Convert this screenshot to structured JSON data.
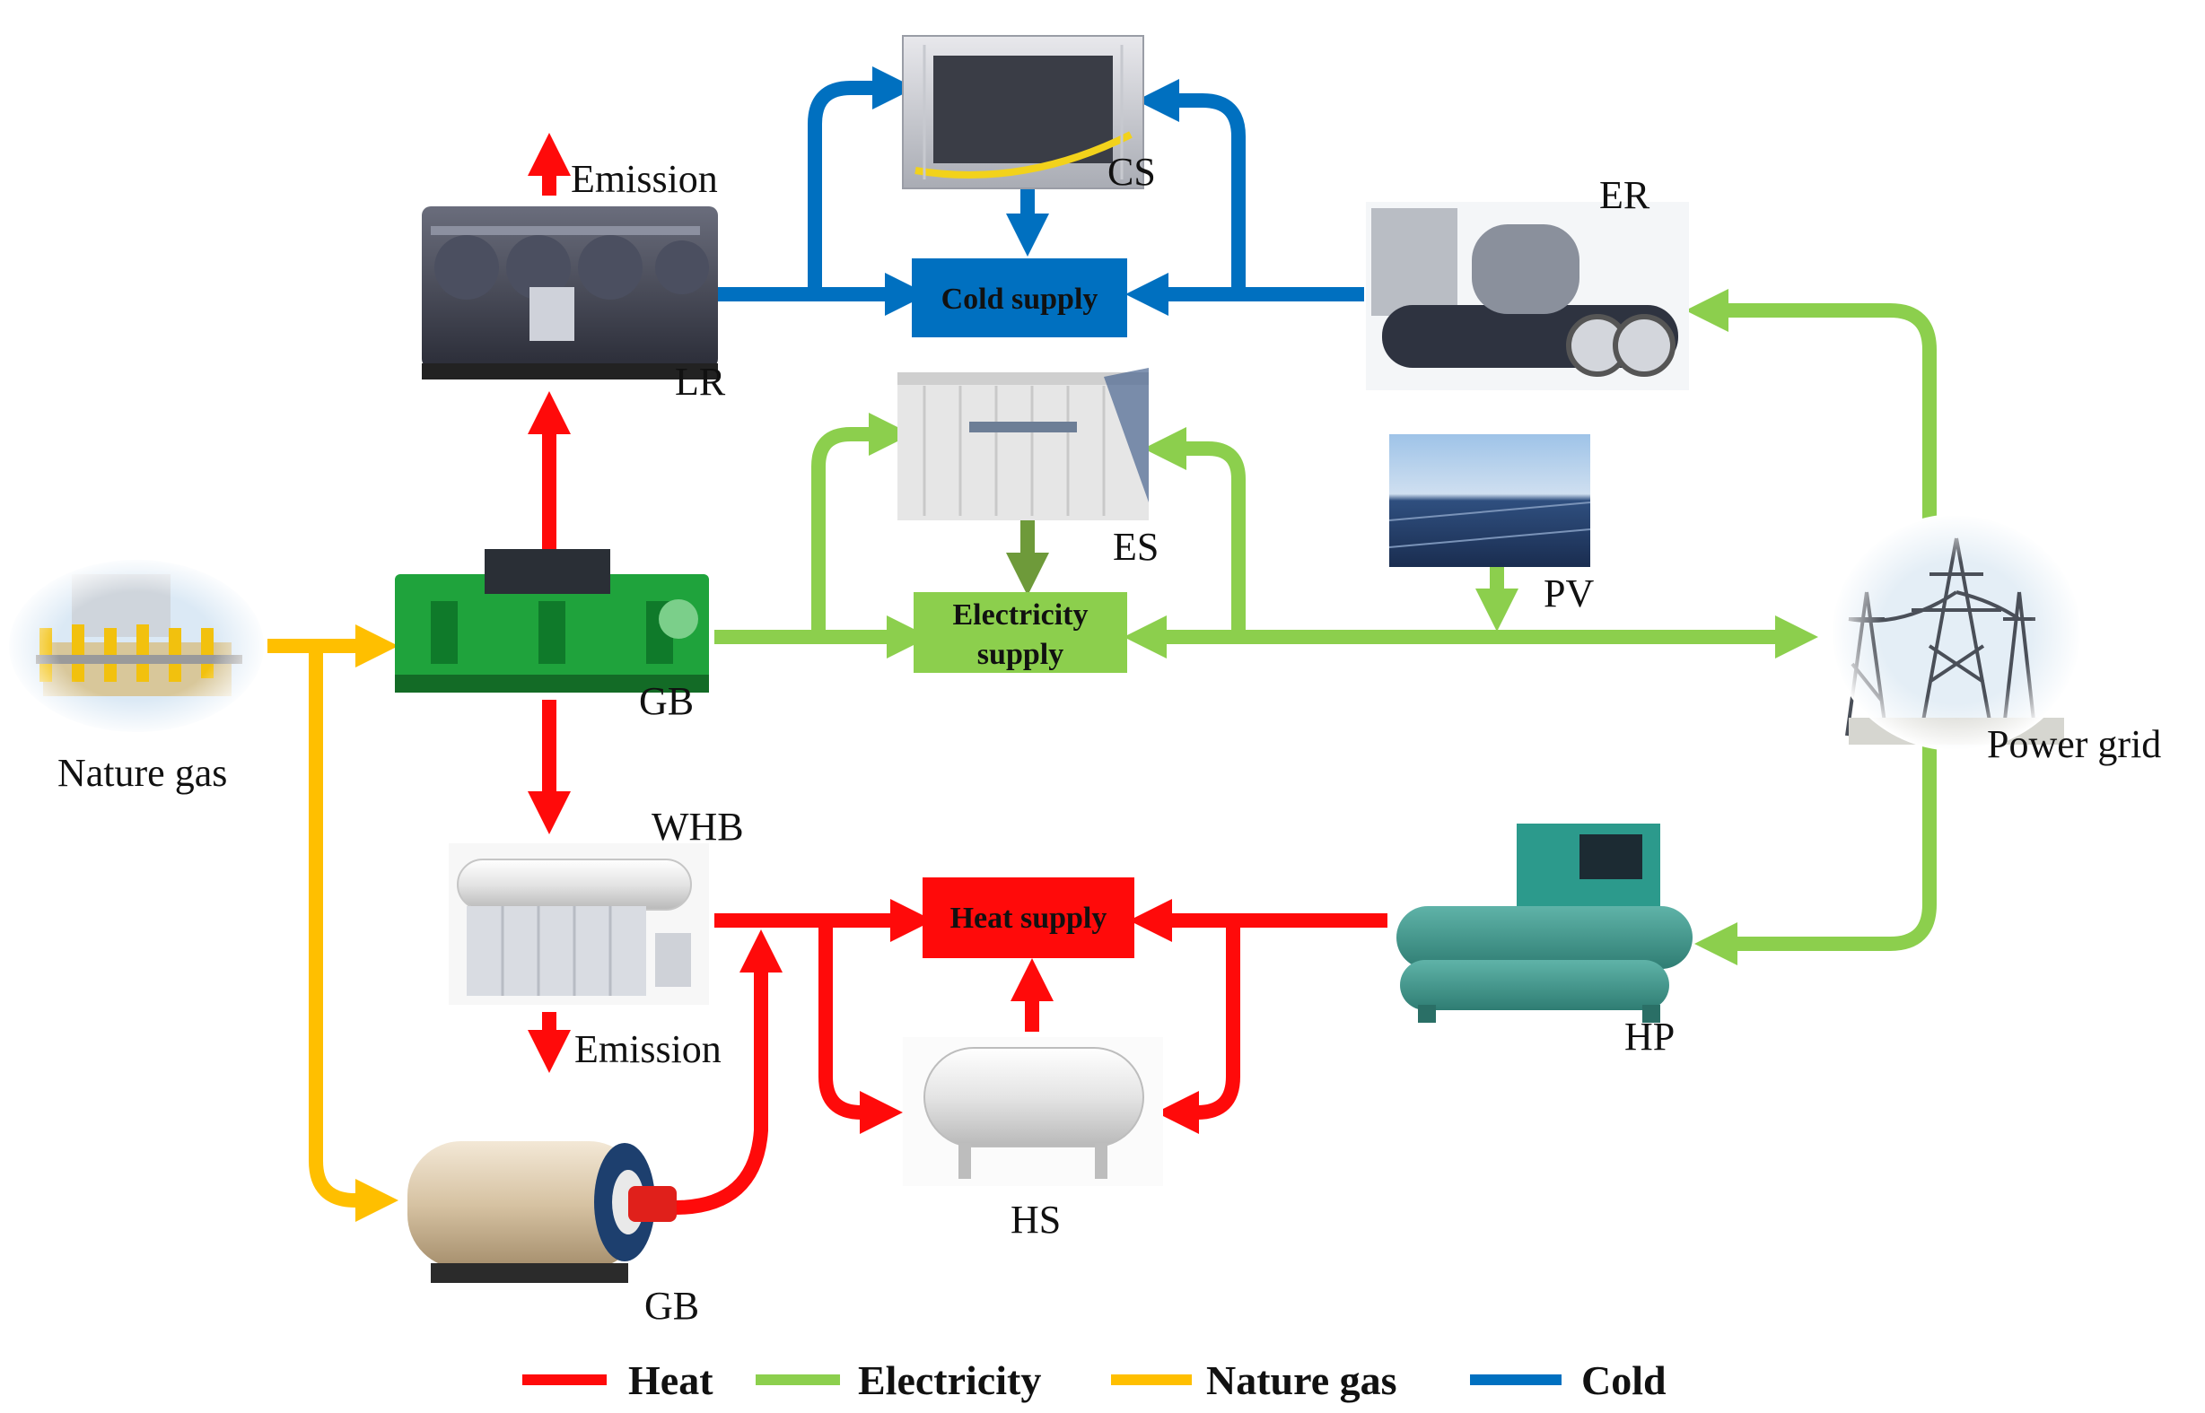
{
  "colors": {
    "heat": "#ff0a0a",
    "electricity": "#8ccf4d",
    "gas": "#ffbf00",
    "cold": "#0070c0",
    "es_down": "#6e9a3a"
  },
  "labels": {
    "cs": "CS",
    "er": "ER",
    "lr": "LR",
    "es": "ES",
    "pv": "PV",
    "gb_top": "GB",
    "gb_bottom": "GB",
    "whb": "WHB",
    "hs": "HS",
    "hp": "HP",
    "nature_gas": "Nature gas",
    "power_grid": "Power grid",
    "emission_top": "Emission",
    "emission_mid": "Emission"
  },
  "boxes": {
    "cold_supply": "Cold supply",
    "electricity_supply_l1": "Electricity",
    "electricity_supply_l2": "supply",
    "heat_supply": "Heat supply"
  },
  "legend": [
    {
      "label": "Heat",
      "color": "#ff0a0a"
    },
    {
      "label": "Electricity",
      "color": "#8ccf4d"
    },
    {
      "label": "Nature gas",
      "color": "#ffbf00"
    },
    {
      "label": "Cold",
      "color": "#0070c0"
    }
  ],
  "icons": {
    "lr": "lithium-bromide-refrigerator-icon",
    "cs": "cold-storage-tank-icon",
    "er": "electric-refrigerator-icon",
    "es": "electric-storage-container-icon",
    "pv": "solar-panel-icon",
    "gb_top": "gas-generator-icon",
    "whb": "waste-heat-boiler-icon",
    "hs": "heat-storage-tank-icon",
    "hp": "heat-pump-icon",
    "gb_bottom": "gas-boiler-icon",
    "nature_gas": "gas-station-icon",
    "power_grid": "power-tower-icon"
  }
}
